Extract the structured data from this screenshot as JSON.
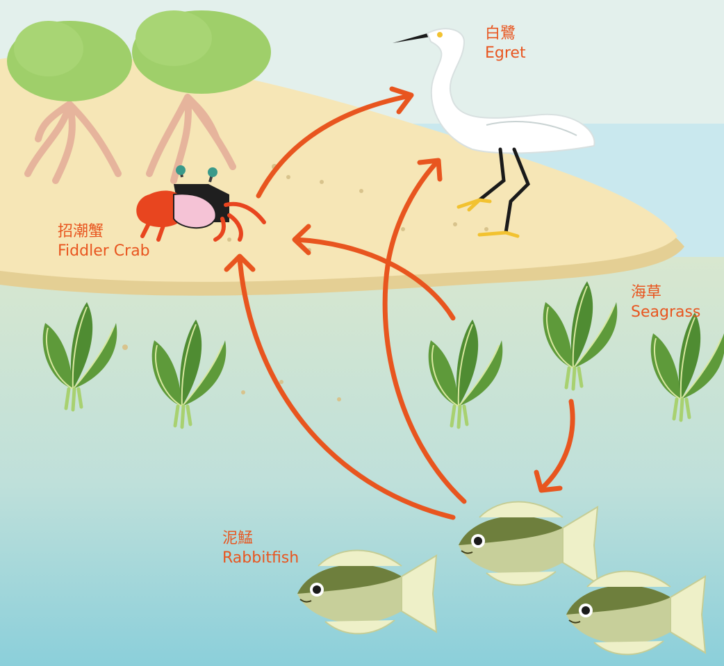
{
  "colors": {
    "sky": "#e3f0ec",
    "sea_top": "#c9e8ee",
    "sand": "#f6e6b6",
    "sand_shadow": "#e4cf94",
    "water_top": "#d6e6cf",
    "water_bottom": "#8ccfd9",
    "arrow": "#e8551f",
    "label": "#e8551f",
    "leaf": "#5e9a3a",
    "tree_canopy": "#9fcf6a",
    "tree_trunk": "#e6b49c"
  },
  "organisms": {
    "egret": {
      "name_zh": "白鷺",
      "name_en": "Egret",
      "icon": "egret-icon"
    },
    "crab": {
      "name_zh": "招潮蟹",
      "name_en": "Fiddler Crab",
      "icon": "fiddler-crab-icon"
    },
    "seagrass": {
      "name_zh": "海草",
      "name_en": "Seagrass",
      "icon": "seagrass-icon"
    },
    "rabbitfish": {
      "name_zh": "泥鯭",
      "name_en": "Rabbitfish",
      "icon": "rabbitfish-icon"
    }
  },
  "links": [
    {
      "from": "crab",
      "to": "egret"
    },
    {
      "from": "rabbitfish",
      "to": "egret"
    },
    {
      "from": "seagrass",
      "to": "crab"
    },
    {
      "from": "rabbitfish",
      "to": "crab"
    },
    {
      "from": "seagrass",
      "to": "rabbitfish"
    }
  ]
}
